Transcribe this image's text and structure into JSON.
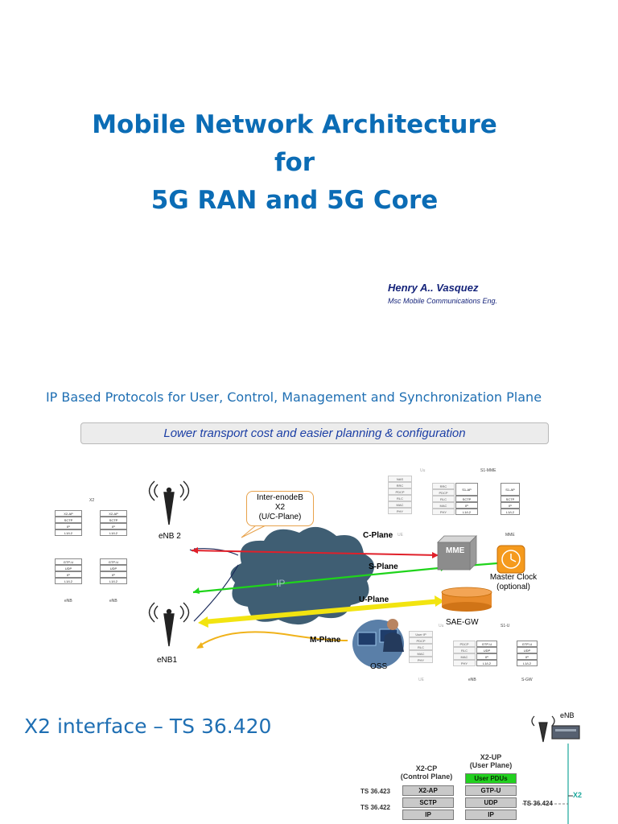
{
  "cover": {
    "title_lines": [
      "Mobile Network Architecture",
      "for",
      "5G RAN and 5G Core"
    ],
    "author": "Henry A.. Vasquez",
    "author_subtitle": "Msc Mobile Communications Eng."
  },
  "ip_slide": {
    "title": "IP Based Protocols for User, Control, Management and Synchronization Plane",
    "banner": "Lower transport cost and easier planning & configuration",
    "callout_lines": [
      "Inter-enodeB",
      "X2",
      "(U/C-Plane)"
    ],
    "nodes": {
      "enb2": "eNB 2",
      "enb1": "eNB1",
      "ip": "IP",
      "mme": "MME",
      "master_clock_lines": [
        "Master Clock",
        "(optional)"
      ],
      "sae_gw": "SAE-GW",
      "oss": "OSS"
    },
    "planes": {
      "c_plane": "C-Plane",
      "s_plane": "S-Plane",
      "u_plane": "U-Plane",
      "m_plane": "M-Plane"
    },
    "left_stacks": {
      "x2_label": "X2",
      "control": [
        "X2-AP",
        "SCTP",
        "IP",
        "L1/L2"
      ],
      "user": [
        "GTP-U",
        "UDP",
        "IP",
        "L1/L2"
      ],
      "enb_label": "eNB"
    },
    "s1mme_stacks": {
      "uu_label": "Uu",
      "s1mme_label": "S1-MME",
      "ue": [
        "NAS",
        "RRC",
        "PDCP",
        "RLC",
        "MAC",
        "PHY"
      ],
      "enb": [
        "RRC",
        "PDCP",
        "RLC",
        "MAC",
        "PHY"
      ],
      "enb_right": [
        "S1-AP",
        "SCTP",
        "IP",
        "L1/L2"
      ],
      "mme": [
        "S1-AP",
        "SCTP",
        "IP",
        "L1/L2"
      ],
      "ue_label": "UE",
      "mme_label": "MME"
    },
    "s1u_stacks": {
      "uu_label": "Uu",
      "s1u_label": "S1-U",
      "ue": [
        "User IP",
        "PDCP",
        "RLC",
        "MAC",
        "PHY"
      ],
      "enb": [
        "PDCP",
        "RLC",
        "MAC",
        "PHY"
      ],
      "enb_right": [
        "GTP-U",
        "UDP",
        "IP",
        "L1/L2"
      ],
      "sgw": [
        "GTP-U",
        "UDP",
        "IP",
        "L1/L2"
      ],
      "ue_label": "UE",
      "enb_label": "eNB",
      "sgw_label": "S-GW"
    }
  },
  "x2_slide": {
    "title": "X2 interface – TS 36.420",
    "enb_label": "eNB",
    "x2_label": "X2",
    "cp_head_lines": [
      "X2-CP",
      "(Control Plane)"
    ],
    "up_head_lines": [
      "X2-UP",
      "(User Plane)"
    ],
    "cp_stack": [
      "X2-AP",
      "SCTP",
      "IP"
    ],
    "up_stack": [
      "User PDUs",
      "GTP-U",
      "UDP",
      "IP"
    ],
    "ts_left": [
      "TS 36.423",
      "TS 36.422"
    ],
    "ts_right": [
      "TS 36.424"
    ]
  },
  "colors": {
    "title_blue": "#0b6cb5",
    "c_plane": "#e0202a",
    "s_plane": "#1fd41b",
    "u_plane": "#f2e410",
    "m_plane": "#f0b21a",
    "cloud": "#3f5e73",
    "sae_gw": "#e88b2b",
    "clock": "#f59a1d"
  }
}
